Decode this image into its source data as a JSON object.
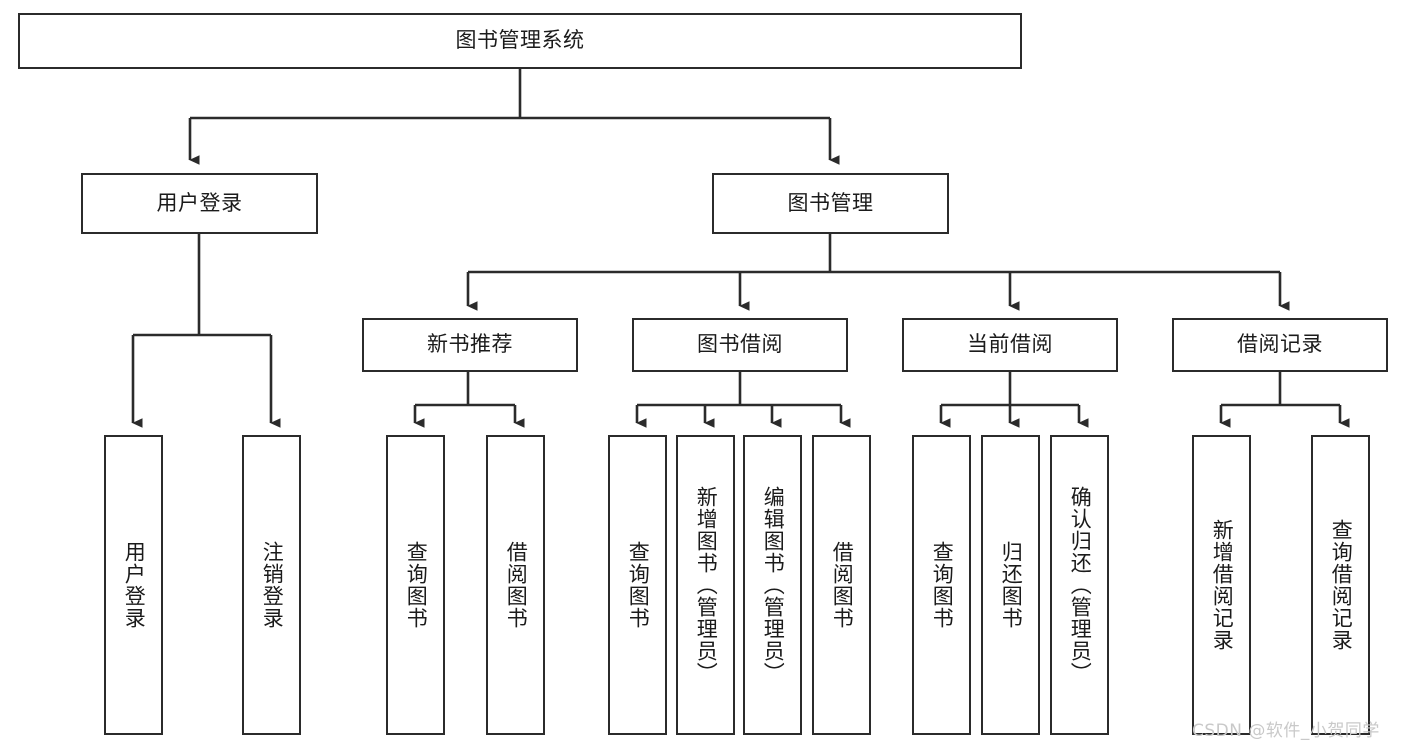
{
  "diagram": {
    "type": "tree",
    "title": "图书管理系统",
    "orientation": "top-down",
    "colors": {
      "box_border": "#2b2b2b",
      "box_fill": "#ffffff",
      "connector": "#2b2b2b",
      "text": "#1b1b1b",
      "watermark": "#c9c9c9",
      "background": "#ffffff"
    },
    "root": {
      "label": "图书管理系统"
    },
    "level2": [
      {
        "label": "用户登录"
      },
      {
        "label": "图书管理"
      }
    ],
    "level3": [
      {
        "label": "新书推荐"
      },
      {
        "label": "图书借阅"
      },
      {
        "label": "当前借阅"
      },
      {
        "label": "借阅记录"
      }
    ],
    "leaves": {
      "user_login": [
        {
          "label": "用户登录"
        },
        {
          "label": "注销登录"
        }
      ],
      "new_book_recommend": [
        {
          "label": "查询图书"
        },
        {
          "label": "借阅图书"
        }
      ],
      "book_borrow": [
        {
          "label": "查询图书"
        },
        {
          "label": "新增图书（管理员）"
        },
        {
          "label": "编辑图书（管理员）"
        },
        {
          "label": "借阅图书"
        }
      ],
      "current_borrow": [
        {
          "label": "查询图书"
        },
        {
          "label": "归还图书"
        },
        {
          "label": "确认归还（管理员）"
        }
      ],
      "borrow_record": [
        {
          "label": "新增借阅记录"
        },
        {
          "label": "查询借阅记录"
        }
      ]
    }
  },
  "watermark": {
    "text": "CSDN @软件_小贺同学"
  }
}
